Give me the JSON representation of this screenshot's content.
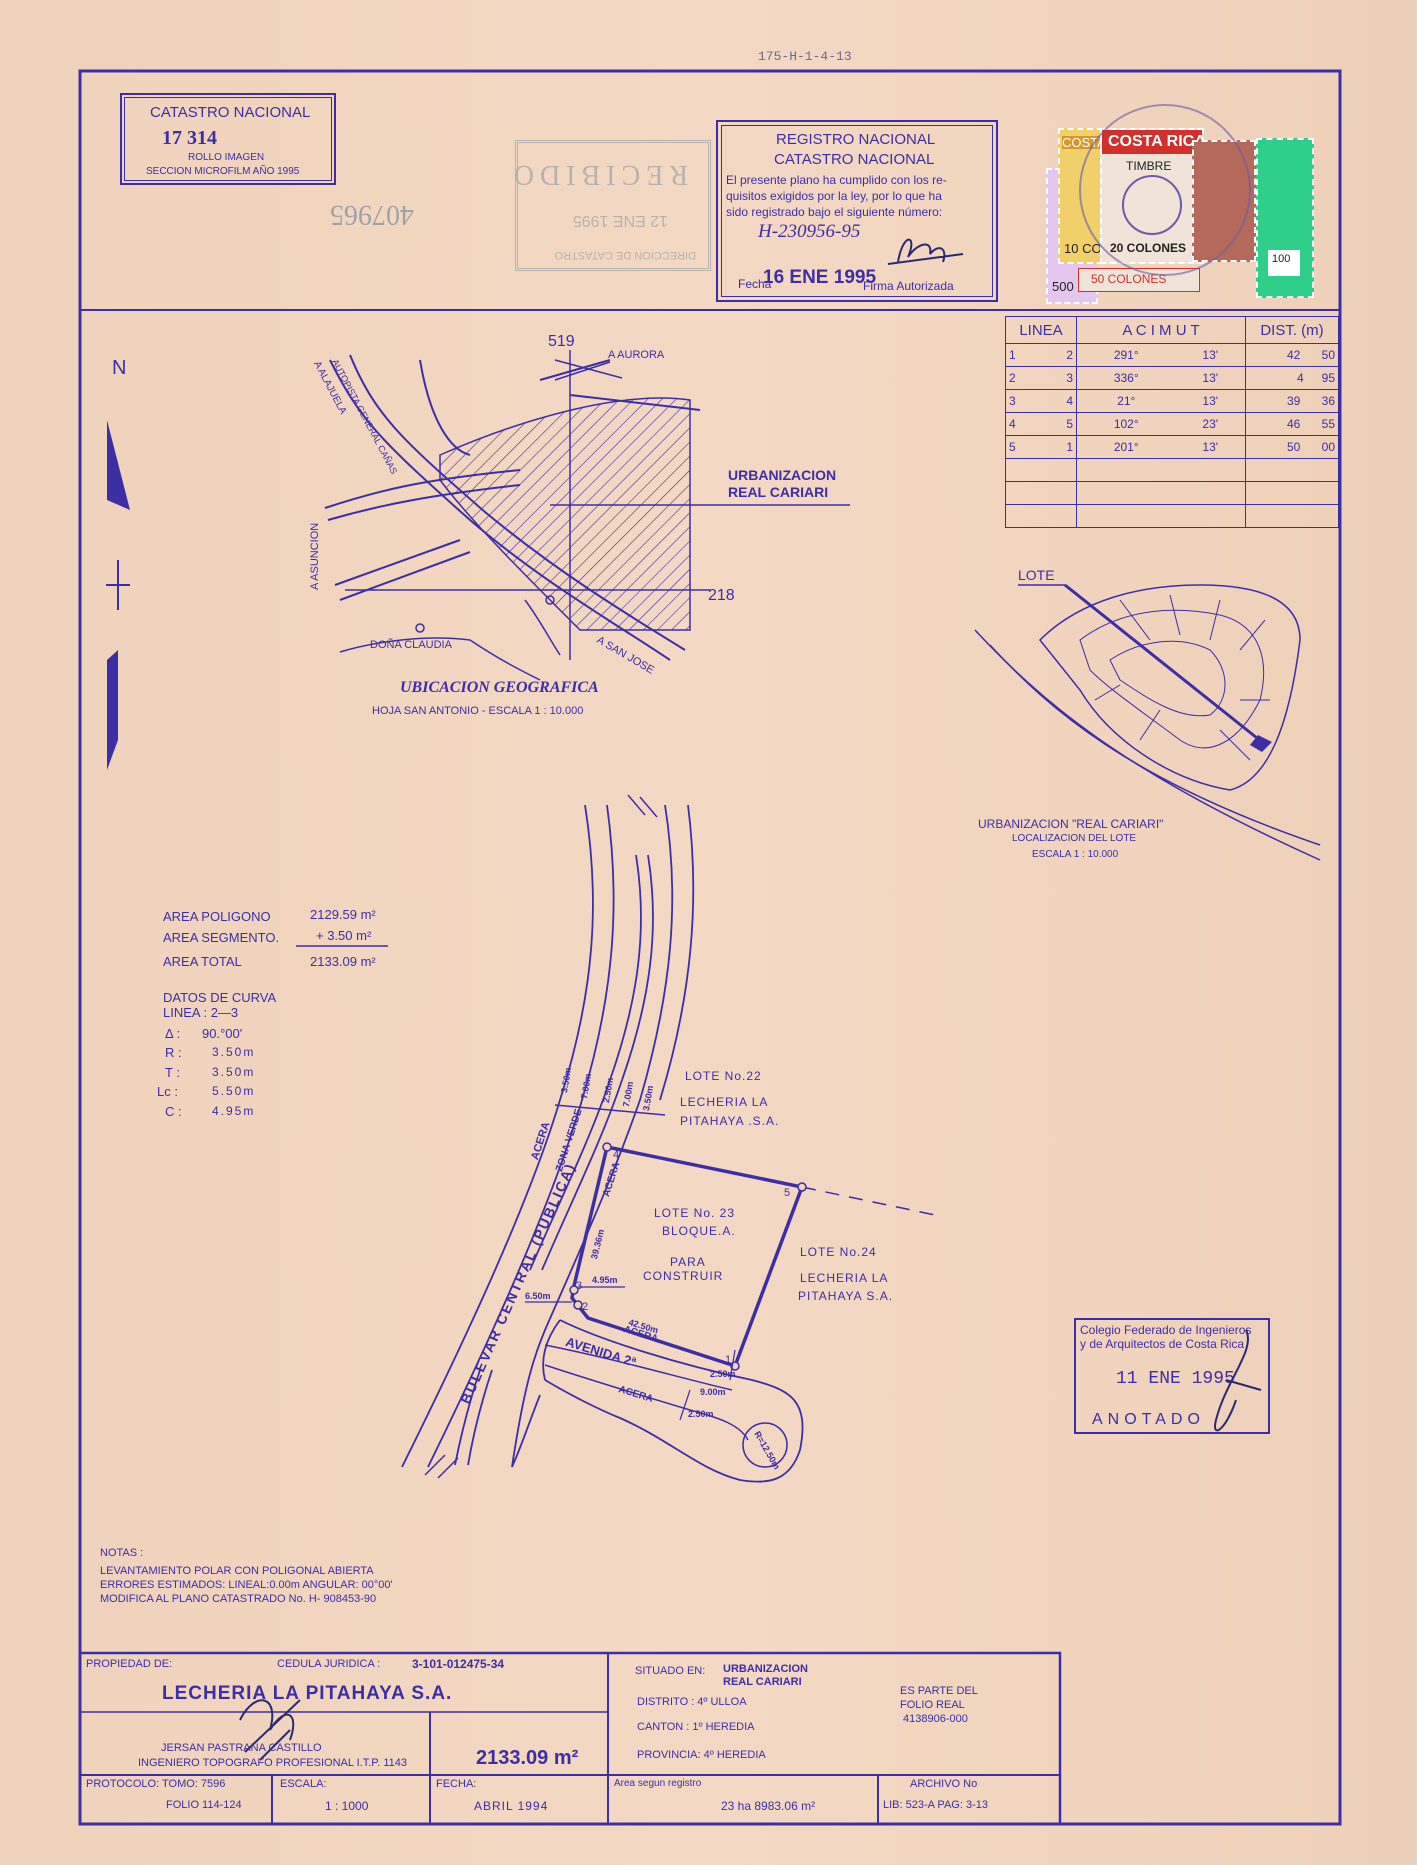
{
  "doc_ref": "175-H-1-4-13",
  "catastro": {
    "title": "CATASTRO NACIONAL",
    "number": "17  314",
    "line1": "ROLLO IMAGEN",
    "line2": "SECCION MICROFILM AÑO 1995"
  },
  "received_stamp": {
    "line1": "DIRECCION DE CATASTRO",
    "date": "12 ENE 1995",
    "word": "RECIBIDO",
    "serial": "407965"
  },
  "registro": {
    "title1": "REGISTRO NACIONAL",
    "title2": "CATASTRO NACIONAL",
    "text1": "El presente plano ha cumplido con los re-",
    "text2": "quisitos exigidos por la ley, por lo que ha",
    "text3": "sido registrado bajo el siguiente número:",
    "plan_number": "H-230956-95",
    "fecha_label": "Fecha",
    "fecha": "16 ENE 1995",
    "firma_label": "Firma Autorizada"
  },
  "stamps": {
    "s1": "500",
    "s2": "COSTA RICA",
    "s3": "TIMBRE",
    "s4": "20 COLONES",
    "s5": "10 CO",
    "s6": "50 COLONES",
    "s7": "100"
  },
  "azimuth_table": {
    "headers": [
      "LINEA",
      "A C I M U T",
      "DIST. (m)"
    ],
    "rows": [
      [
        "1",
        "2",
        "291°",
        "13'",
        "42",
        "50"
      ],
      [
        "2",
        "3",
        "336°",
        "13'",
        "4",
        "95"
      ],
      [
        "3",
        "4",
        "21°",
        "13'",
        "39",
        "36"
      ],
      [
        "4",
        "5",
        "102°",
        "23'",
        "46",
        "55"
      ],
      [
        "5",
        "1",
        "201°",
        "13'",
        "50",
        "00"
      ]
    ]
  },
  "location_map": {
    "north": "N",
    "label_519": "519",
    "label_218": "218",
    "aurora": "A AURORA",
    "alajuela": "A ALAJUELA",
    "autopista": "AUTOPISTA GENERAL CAÑAS",
    "asuncion": "A ASUNCION",
    "dona_claudia": "DOÑA CLAUDIA",
    "san_jose": "A SAN JOSE",
    "urb1": "URBANIZACION",
    "urb2": "REAL CARIARI",
    "title": "UBICACION  GEOGRAFICA",
    "subtitle": "HOJA SAN ANTONIO    -    ESCALA  1 : 10.000"
  },
  "lot_map": {
    "lote": "LOTE",
    "caption1": "URBANIZACION  \"REAL CARIARI\"",
    "caption2": "LOCALIZACION  DEL  LOTE",
    "caption3": "ESCALA  1 : 10.000"
  },
  "areas": {
    "poligono_label": "AREA POLIGONO",
    "poligono": "2129.59 m²",
    "segmento_label": "AREA  SEGMENTO.",
    "segmento": "+ 3.50 m²",
    "total_label": "AREA  TOTAL",
    "total": "2133.09 m²"
  },
  "curve": {
    "title": "DATOS DE CURVA",
    "linea": "LINEA : 2—3",
    "rows": [
      [
        "Δ :",
        "90.°00'"
      ],
      [
        "R :",
        "3.50m"
      ],
      [
        "T :",
        "3.50m"
      ],
      [
        "Lc :",
        "5.50m"
      ],
      [
        "C :",
        "4.95m"
      ]
    ]
  },
  "plan": {
    "bulevar": "BULEVAR  CENTRAL  (PUBLICA)",
    "acera": "ACERA",
    "zona_verde": "ZONA VERDE",
    "avenida": "AVENIDA 2ª",
    "lote22_1": "LOTE No.22",
    "lote22_2": "LECHERIA LA",
    "lote22_3": "PITAHAYA .S.A.",
    "lote23_1": "LOTE No. 23",
    "lote23_2": "BLOQUE.A.",
    "lote23_3": "PARA",
    "lote23_4": "CONSTRUIR",
    "lote24_1": "LOTE No.24",
    "lote24_2": "LECHERIA LA",
    "lote24_3": "PITAHAYA S.A.",
    "d1": "3.50m",
    "d2": "7.00m",
    "d3": "2.50m",
    "d4": "7.00m",
    "d5": "3.50m",
    "d_3936": "39.36m",
    "d_495": "4.95m",
    "d_650": "6.50m",
    "d_4250": "42.50m",
    "d_250a": "2.50m",
    "d_900": "9.00m",
    "d_250b": "2.50m",
    "radius": "R=12.50m",
    "p1": "1",
    "p2": "2",
    "p3": "3",
    "p4": "4",
    "p5": "5"
  },
  "colegio": {
    "line1": "Colegio Federado de Ingenieros",
    "line2": "y de Arquitectos de Costa Rica",
    "date": "11 ENE 1995",
    "word": "ANOTADO"
  },
  "notas": {
    "title": "NOTAS :",
    "n1": "LEVANTAMIENTO POLAR CON POLIGONAL ABIERTA",
    "n2": "ERRORES  ESTIMADOS: LINEAL:0.00m  ANGULAR: 00°00'",
    "n3": "MODIFICA AL PLANO CATASTRADO No. H- 908453-90"
  },
  "title_block": {
    "propiedad_label": "PROPIEDAD DE:",
    "cedula_label": "CEDULA JURIDICA :",
    "cedula": "3-101-012475-34",
    "owner": "LECHERIA  LA PITAHAYA  S.A.",
    "surveyor1": "JERSAN PASTRANA CASTILLO",
    "surveyor2": "INGENIERO TOPOGRAFO PROFESIONAL  I.T.P. 1143",
    "area": "2133.09 m²",
    "protocolo": "PROTOCOLO: TOMO: 7596",
    "folio": "FOLIO 114-124",
    "escala_label": "ESCALA:",
    "escala": "1 : 1000",
    "fecha_label": "FECHA:",
    "fecha": "ABRIL  1994",
    "situado_label": "SITUADO EN:",
    "situado1": "URBANIZACION",
    "situado2": "REAL CARIARI",
    "distrito": "DISTRITO : 4º ULLOA",
    "canton": "CANTON : 1º HEREDIA",
    "provincia": "PROVINCIA: 4º HEREDIA",
    "parte1": "ES PARTE DEL",
    "parte2": "FOLIO REAL",
    "parte3": "4138906-000",
    "area_reg_label": "Area segun registro",
    "area_reg": "23 ha  8983.06 m²",
    "archivo_label": "ARCHIVO No",
    "archivo": "LIB: 523-A   PAG: 3-13"
  }
}
